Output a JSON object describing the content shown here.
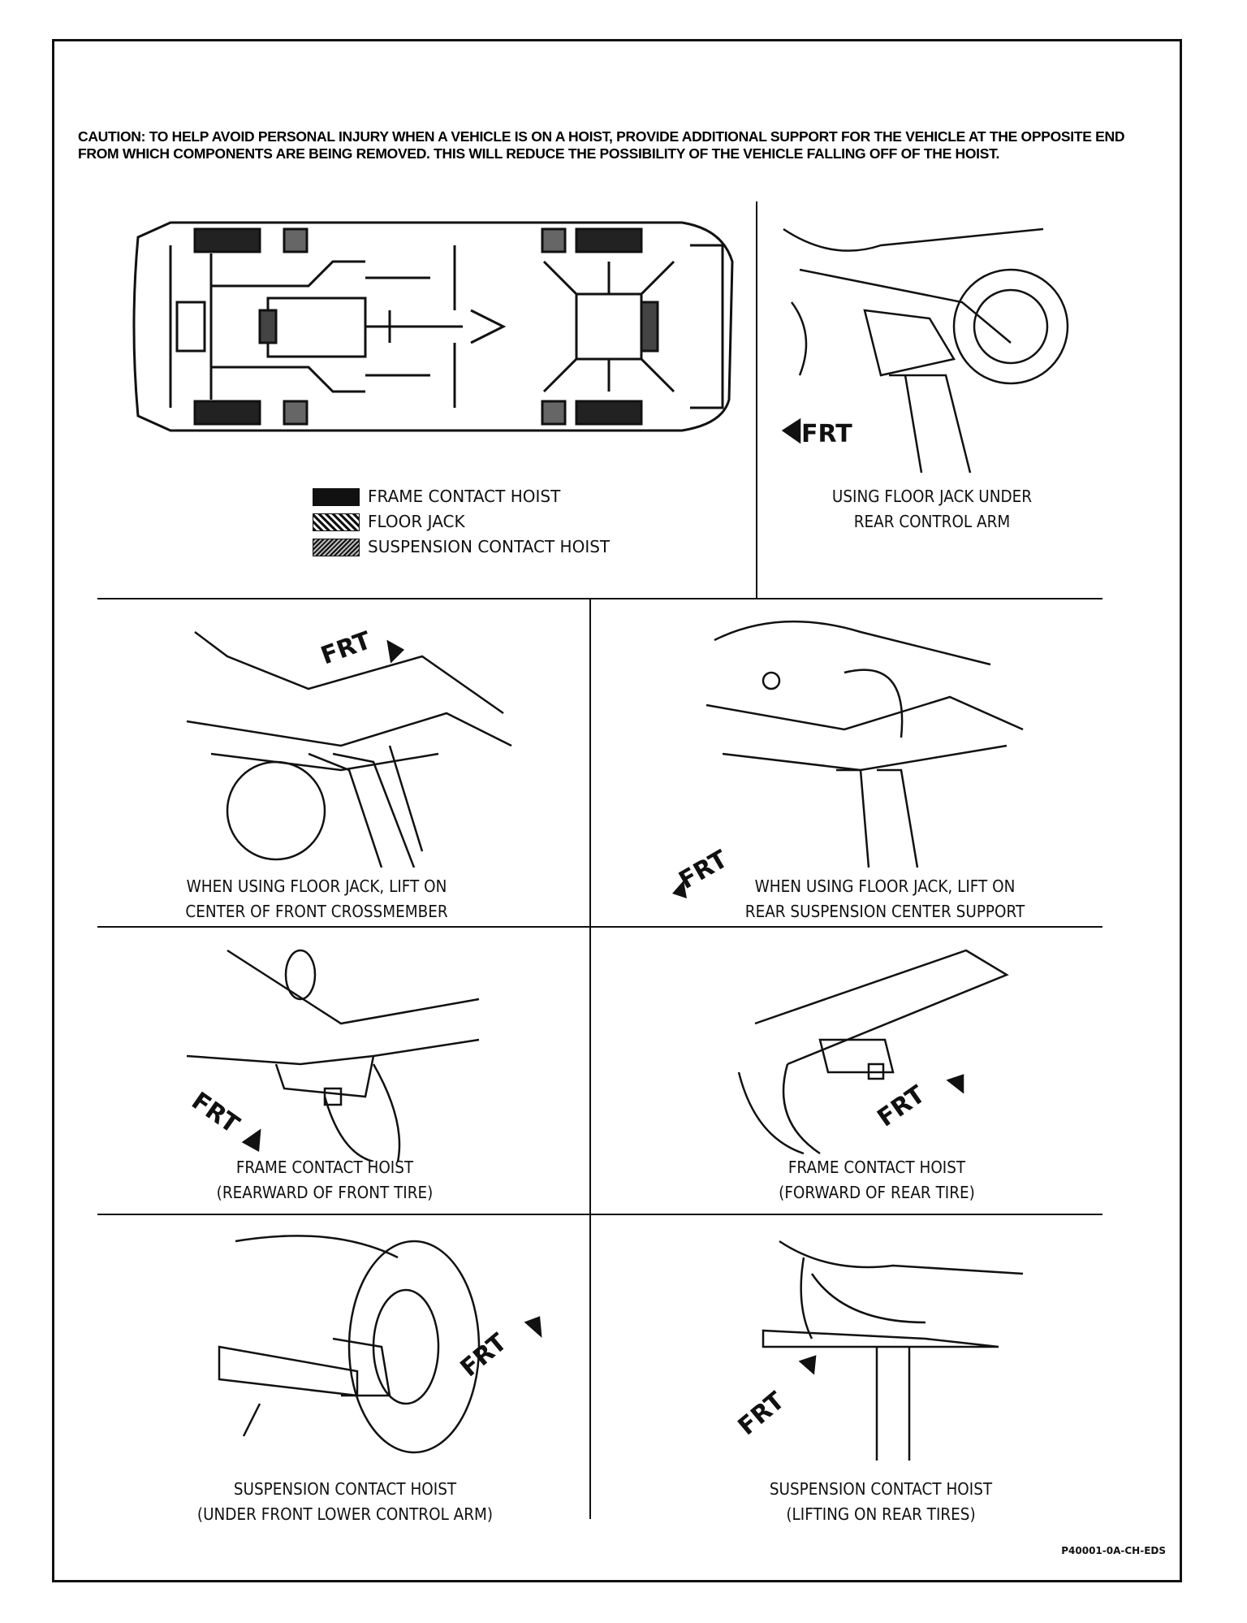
{
  "caution": "CAUTION: TO HELP AVOID PERSONAL INJURY WHEN A VEHICLE IS ON A HOIST, PROVIDE ADDITIONAL SUPPORT FOR THE VEHICLE AT THE OPPOSITE END FROM WHICH COMPONENTS ARE BEING REMOVED. THIS WILL REDUCE THE POSSIBILITY OF THE VEHICLE FALLING OFF OF THE HOIST.",
  "legend": {
    "frame": "FRAME CONTACT HOIST",
    "jack": "FLOOR JACK",
    "susp": "SUSPENSION CONTACT HOIST"
  },
  "frt": "FRT",
  "panels": {
    "rear_arm": {
      "line1": "USING FLOOR JACK UNDER",
      "line2": "REAR CONTROL ARM"
    },
    "front_cross": {
      "line1": "WHEN USING FLOOR JACK, LIFT ON",
      "line2": "CENTER OF FRONT CROSSMEMBER"
    },
    "rear_center": {
      "line1": "WHEN USING FLOOR JACK, LIFT ON",
      "line2": "REAR SUSPENSION CENTER SUPPORT"
    },
    "frame_front": {
      "line1": "FRAME CONTACT HOIST",
      "line2": "(REARWARD OF FRONT TIRE)"
    },
    "frame_rear": {
      "line1": "FRAME CONTACT HOIST",
      "line2": "(FORWARD OF REAR TIRE)"
    },
    "susp_front": {
      "line1": "SUSPENSION CONTACT HOIST",
      "line2": "(UNDER FRONT LOWER CONTROL ARM)"
    },
    "susp_rear": {
      "line1": "SUSPENSION CONTACT HOIST",
      "line2": "(LIFTING ON REAR TIRES)"
    }
  },
  "reference": "P40001-0A-CH-EDS",
  "colors": {
    "ink": "#111111",
    "paper": "#ffffff"
  }
}
